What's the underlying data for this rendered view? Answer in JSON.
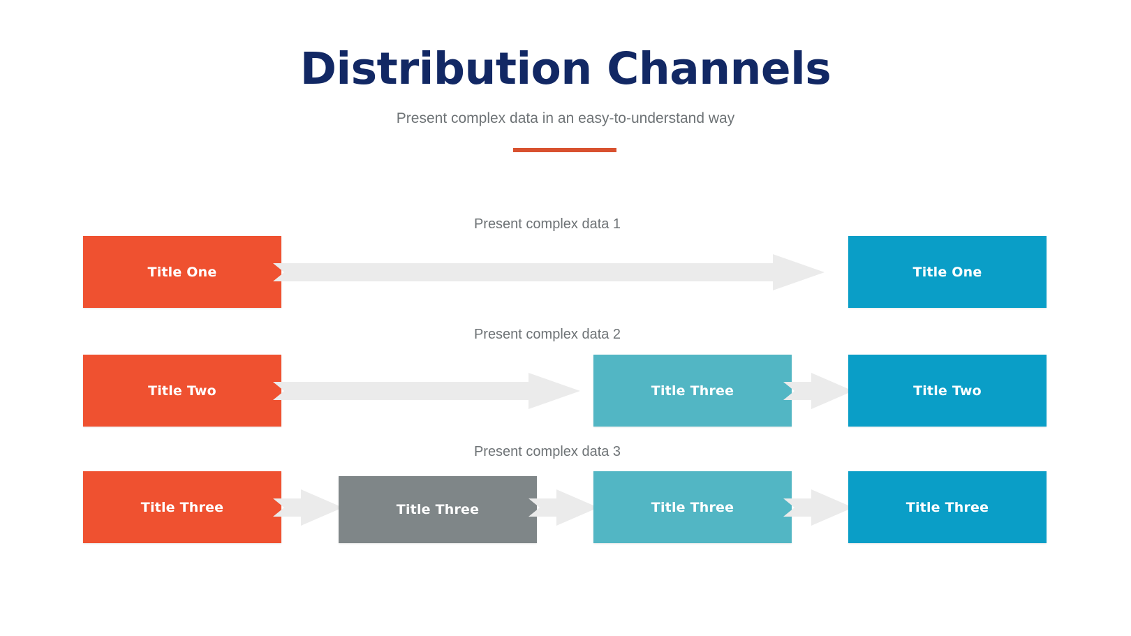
{
  "header": {
    "title": "Distribution Channels",
    "subtitle": "Present complex data in an easy-to-understand way"
  },
  "colors": {
    "title": "#122864",
    "subtitle": "#6e7376",
    "accent_bar": "#d8512f",
    "orange": "#ef5130",
    "blue": "#0a9ec7",
    "teal": "#52b6c4",
    "gray": "#7f8688",
    "arrow": "#ebebeb",
    "background": "#ffffff"
  },
  "rows": [
    {
      "label": "Present complex data 1",
      "boxes": [
        {
          "text": "Title One",
          "color": "orange"
        },
        {
          "text": "Title One",
          "color": "blue"
        }
      ],
      "arrows": 1
    },
    {
      "label": "Present complex data 2",
      "boxes": [
        {
          "text": "Title Two",
          "color": "orange"
        },
        {
          "text": "Title Three",
          "color": "teal"
        },
        {
          "text": "Title Two",
          "color": "blue"
        }
      ],
      "arrows": 2
    },
    {
      "label": "Present complex data 3",
      "boxes": [
        {
          "text": "Title Three",
          "color": "orange"
        },
        {
          "text": "Title Three",
          "color": "gray"
        },
        {
          "text": "Title Three",
          "color": "teal"
        },
        {
          "text": "Title Three",
          "color": "blue"
        }
      ],
      "arrows": 3
    }
  ]
}
